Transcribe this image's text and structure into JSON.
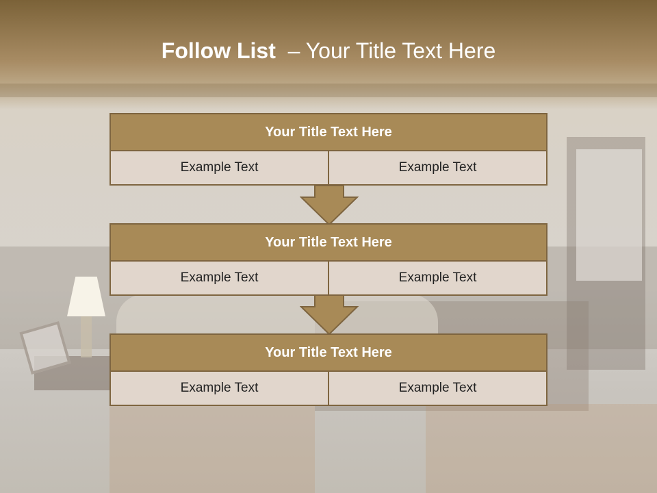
{
  "title": {
    "bold": "Follow List",
    "rest": "  – Your Title Text Here"
  },
  "blocks": [
    {
      "heading": "Your Title Text Here",
      "cells": [
        "Example Text",
        "Example Text"
      ]
    },
    {
      "heading": "Your Title Text Here",
      "cells": [
        "Example Text",
        "Example Text"
      ]
    },
    {
      "heading": "Your Title Text Here",
      "cells": [
        "Example Text",
        "Example Text"
      ]
    }
  ],
  "colors": {
    "accent": "#a88a57",
    "border": "#7e6540",
    "cell": "#e1d6cc",
    "title_text": "#ffffff"
  }
}
